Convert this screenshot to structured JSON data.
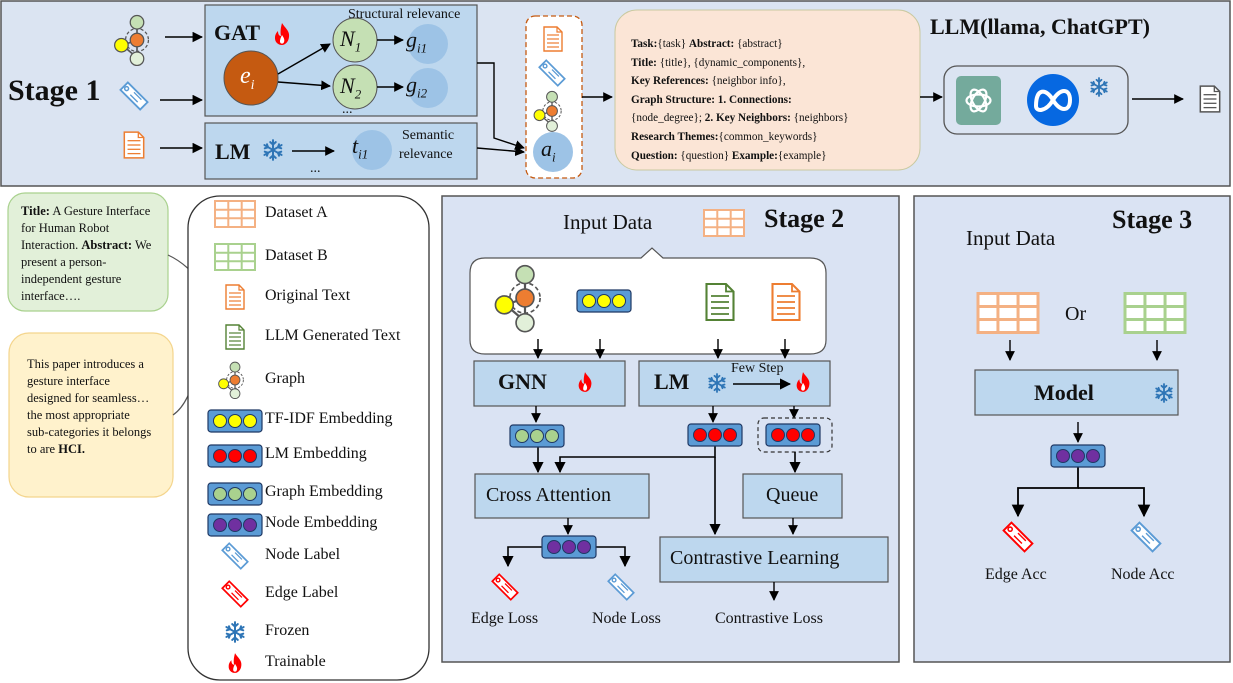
{
  "stage1": {
    "title": "Stage 1",
    "gat_label": "GAT",
    "structural_relevance": "Structural relevance",
    "node_e": "e",
    "node_e_sub": "i",
    "n1": "N",
    "n1_sub": "1",
    "n2": "N",
    "n2_sub": "2",
    "g1": "g",
    "g1_sub": "i1",
    "g2": "g",
    "g2_sub": "i2",
    "ellipsis": "...",
    "lm_label": "LM",
    "t1": "t",
    "t1_sub": "i1",
    "semantic_relevance_1": "Semantic",
    "semantic_relevance_2": "relevance",
    "a": "a",
    "a_sub": "i",
    "prompt_lines": [
      [
        {
          "b": "Task:"
        },
        {
          "t": "{task} "
        },
        {
          "b": "Abstract:"
        },
        {
          "t": " {abstract}"
        }
      ],
      [
        {
          "b": "Title:"
        },
        {
          "t": " {title}, {dynamic_components},"
        }
      ],
      [
        {
          "b": "Key References:"
        },
        {
          "t": " {neighbor info},"
        }
      ],
      [
        {
          "b": "Graph Structure: 1. Connections:"
        }
      ],
      [
        {
          "t": "{node_degree}; "
        },
        {
          "b": "2. Key Neighbors:"
        },
        {
          "t": " {neighbors}"
        }
      ],
      [
        {
          "b": "Research Themes:"
        },
        {
          "t": "{common_keywords}"
        }
      ],
      [
        {
          "b": "Question:"
        },
        {
          "t": " {question} "
        },
        {
          "b": "Example:"
        },
        {
          "t": "{example}"
        }
      ]
    ],
    "llm_title": "LLM(llama, ChatGPT)"
  },
  "examples": {
    "title_label": "Title:",
    "title_text": " A Gesture Interface for Human Robot Interaction.",
    "abstract_label": "Abstract:",
    "abstract_text": " We present a person-independent gesture interface….",
    "generated_text": "This paper introduces a gesture interface designed for seamless…the most appropriate sub-categories it belongs to are ",
    "generated_bold": "HCI."
  },
  "legend": [
    {
      "label": "Dataset  A",
      "icon": "table-orange-icon"
    },
    {
      "label": "Dataset B",
      "icon": "table-green-icon"
    },
    {
      "label": "Original Text",
      "icon": "document-orange-icon"
    },
    {
      "label": "LLM Generated Text",
      "icon": "document-green-icon"
    },
    {
      "label": "Graph",
      "icon": "graph-icon"
    },
    {
      "label": "TF-IDF Embedding",
      "icon": "tfidf-embedding-icon"
    },
    {
      "label": "LM Embedding",
      "icon": "lm-embedding-icon"
    },
    {
      "label": "Graph Embedding",
      "icon": "graph-embedding-icon"
    },
    {
      "label": "Node Embedding",
      "icon": "node-embedding-icon"
    },
    {
      "label": "Node Label",
      "icon": "node-label-icon"
    },
    {
      "label": "Edge Label",
      "icon": "edge-label-icon"
    },
    {
      "label": "Frozen",
      "icon": "snowflake-icon"
    },
    {
      "label": "Trainable",
      "icon": "flame-icon"
    }
  ],
  "stage2": {
    "title": "Stage 2",
    "input_data": "Input Data",
    "gnn": "GNN",
    "lm": "LM",
    "few_step": "Few Step",
    "cross_attention": "Cross Attention",
    "queue": "Queue",
    "contrastive_learning": "Contrastive Learning",
    "edge_loss": "Edge Loss",
    "node_loss": "Node Loss",
    "contrastive_loss": "Contrastive Loss"
  },
  "stage3": {
    "title": "Stage 3",
    "input_data": "Input Data",
    "or": "Or",
    "model": "Model",
    "edge_acc": "Edge Acc",
    "node_acc": "Node Acc"
  },
  "colors": {
    "stage1_bg": "#dbe4f2",
    "box_blue": "#bdd7ee",
    "node_orange": "#c55a11",
    "node_green": "#c5e0b4",
    "circle_blue": "#9dc3e6",
    "prompt_bg": "#fbe5d6",
    "green_box": "#e2f0d9",
    "yellow_box": "#fff2cc",
    "stage_panel": "#dae3f3",
    "emb_frame": "#2e75b6",
    "red": "#ff0000",
    "yellow": "#ffff00",
    "purple": "#7030a0",
    "emb_green": "#a9d18e",
    "gpt_green": "#74aa9c",
    "meta_blue": "#0668e1"
  }
}
